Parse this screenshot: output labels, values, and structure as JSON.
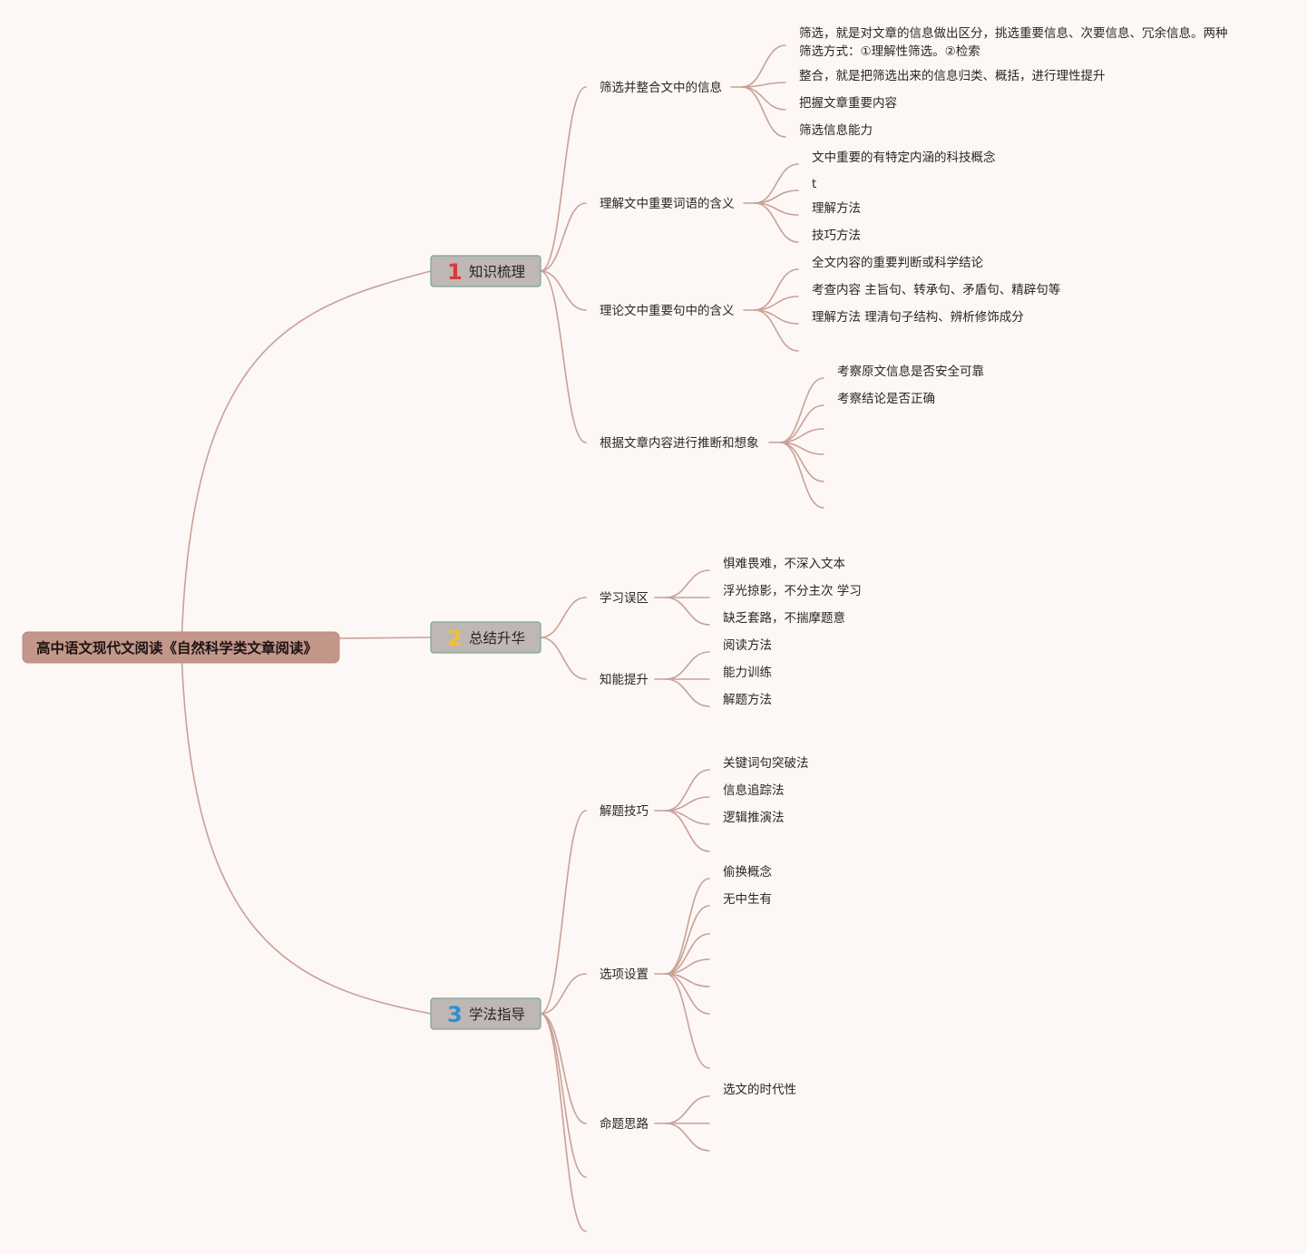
{
  "title": "高中语文现代文阅读《自然科学类文章阅读》",
  "colors": {
    "connector": "#c9a196",
    "root_fill": "#c3968a",
    "branch_fill": "#beb7b4",
    "branch_border": "#7aa59c",
    "num1": "#d83b3b",
    "num2": "#f2c12e",
    "num3": "#2e8fd1",
    "background": "#fdf7f6"
  },
  "branches": [
    {
      "num": "1",
      "label": "知识梳理",
      "children": [
        {
          "label": "筛选并整合文中的信息",
          "leaves": [
            {
              "lines": [
                "筛选，就是对文章的信息做出区分，挑选重要信息、次要信息、冗余信息。两种",
                "筛选方式：①理解性筛选。②检索"
              ]
            },
            {
              "lines": [
                "整合，就是把筛选出来的信息归类、概括，进行理性提升"
              ]
            },
            {
              "lines": [
                "把握文章重要内容"
              ]
            },
            {
              "lines": [
                "筛选信息能力"
              ]
            }
          ]
        },
        {
          "label": "理解文中重要词语的含义",
          "leaves": [
            {
              "lines": [
                "文中重要的有特定内涵的科技概念"
              ]
            },
            {
              "lines": [
                "t"
              ]
            },
            {
              "lines": [
                "理解方法"
              ]
            },
            {
              "lines": [
                "技巧方法"
              ]
            }
          ]
        },
        {
          "label": "理论文中重要句中的含义",
          "leaves": [
            {
              "lines": [
                "全文内容的重要判断或科学结论"
              ]
            },
            {
              "lines": [
                "考查内容 主旨句、转承句、矛盾句、精辟句等"
              ]
            },
            {
              "lines": [
                "理解方法 理清句子结构、辨析修饰成分"
              ]
            },
            {
              "lines": [
                ""
              ]
            }
          ]
        },
        {
          "label": "根据文章内容进行推断和想象",
          "leaves": [
            {
              "lines": [
                "考察原文信息是否安全可靠"
              ]
            },
            {
              "lines": [
                "考察结论是否正确"
              ]
            },
            {
              "lines": [
                ""
              ]
            },
            {
              "lines": [
                ""
              ]
            },
            {
              "lines": [
                ""
              ]
            },
            {
              "lines": [
                ""
              ]
            }
          ]
        }
      ]
    },
    {
      "num": "2",
      "label": "总结升华",
      "children": [
        {
          "label": "学习误区",
          "leaves": [
            {
              "lines": [
                "惧难畏难，不深入文本"
              ]
            },
            {
              "lines": [
                "浮光掠影，不分主次 学习"
              ]
            },
            {
              "lines": [
                "缺乏套路，不揣摩题意"
              ]
            }
          ]
        },
        {
          "label": "知能提升",
          "leaves": [
            {
              "lines": [
                "阅读方法"
              ]
            },
            {
              "lines": [
                "能力训练"
              ]
            },
            {
              "lines": [
                "解题方法"
              ]
            }
          ]
        }
      ]
    },
    {
      "num": "3",
      "label": "学法指导",
      "children": [
        {
          "label": "解题技巧",
          "leaves": [
            {
              "lines": [
                "关键词句突破法"
              ]
            },
            {
              "lines": [
                "信息追踪法"
              ]
            },
            {
              "lines": [
                "逻辑推演法"
              ]
            },
            {
              "lines": [
                ""
              ]
            }
          ]
        },
        {
          "label": "选项设置",
          "leaves": [
            {
              "lines": [
                "偷换概念"
              ]
            },
            {
              "lines": [
                "无中生有"
              ]
            },
            {
              "lines": [
                ""
              ]
            },
            {
              "lines": [
                ""
              ]
            },
            {
              "lines": [
                ""
              ]
            },
            {
              "lines": [
                ""
              ]
            },
            {
              "lines": [
                ""
              ]
            }
          ]
        },
        {
          "label": "命题思路",
          "leaves": [
            {
              "lines": [
                "选文的时代性"
              ]
            },
            {
              "lines": [
                ""
              ]
            },
            {
              "lines": [
                ""
              ]
            }
          ]
        },
        {
          "label": "",
          "leaves": []
        },
        {
          "label": "",
          "leaves": []
        }
      ]
    }
  ]
}
